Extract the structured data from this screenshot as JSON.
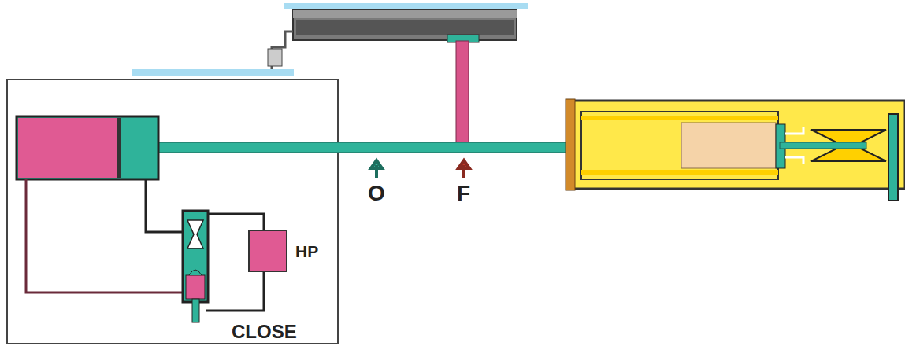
{
  "diagram": {
    "nodes": [
      {
        "text": [
          "HP"
        ]
      }
    ],
    "labels": [
      "O",
      "F",
      "CLOSE"
    ]
  }
}
